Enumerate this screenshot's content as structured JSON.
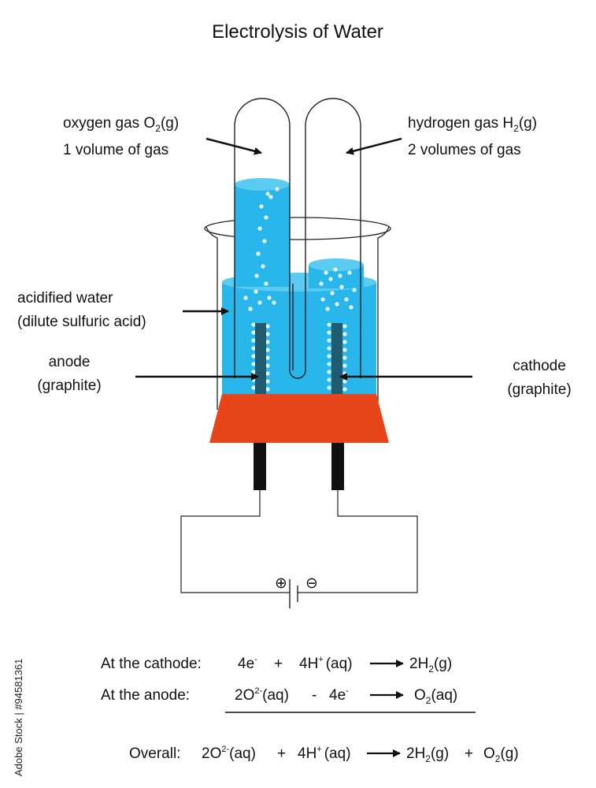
{
  "title": "Electrolysis of Water",
  "labels": {
    "oxygen_name": "oxygen gas O",
    "oxygen_sub": "2",
    "oxygen_state": "(g)",
    "oxygen_volume": "1 volume of gas",
    "hydrogen_name": "hydrogen gas H",
    "hydrogen_sub": "2",
    "hydrogen_state": "(g)",
    "hydrogen_volume": "2 volumes of gas",
    "water_line1": "acidified water",
    "water_line2": "(dilute sulfuric acid)",
    "anode_line1": "anode",
    "anode_line2": "(graphite)",
    "cathode_line1": "cathode",
    "cathode_line2": "(graphite)",
    "battery_plus": "⊕",
    "battery_minus": "⊖"
  },
  "equations": {
    "cathode_prefix": "At the cathode:",
    "cathode_lhs_a": "4e",
    "cathode_lhs_a_sup": "-",
    "cathode_plus": "+",
    "cathode_lhs_b": "4H",
    "cathode_lhs_b_sup": "+",
    "cathode_lhs_b_state": "(aq)",
    "cathode_rhs": "2H",
    "cathode_rhs_sub": "2",
    "cathode_rhs_state": "(g)",
    "anode_prefix": "At the anode:",
    "anode_lhs_a": "2O",
    "anode_lhs_a_sup": "2-",
    "anode_lhs_a_state": "(aq)",
    "anode_minus": "-",
    "anode_lhs_b": "4e",
    "anode_lhs_b_sup": "-",
    "anode_rhs": "O",
    "anode_rhs_sub": "2",
    "anode_rhs_state": "(aq)",
    "overall_prefix": "Overall:",
    "overall_lhs_a": "2O",
    "overall_lhs_a_sup": "2-",
    "overall_lhs_a_state": "(aq)",
    "overall_plus1": "+",
    "overall_lhs_b": "4H",
    "overall_lhs_b_sup": "+",
    "overall_lhs_b_state": "(aq)",
    "overall_rhs_a": "2H",
    "overall_rhs_a_sub": "2",
    "overall_rhs_a_state": "(g)",
    "overall_plus2": "+",
    "overall_rhs_b": "O",
    "overall_rhs_b_sub": "2",
    "overall_rhs_b_state": "(g)"
  },
  "watermark": "Adobe Stock | #94581361",
  "colors": {
    "water": "#29b6ea",
    "water_top": "#5ccbf2",
    "stopper": "#e8451b",
    "electrode": "#1f5a6e",
    "terminal": "#111111",
    "bubble": "#e8f8ff"
  }
}
